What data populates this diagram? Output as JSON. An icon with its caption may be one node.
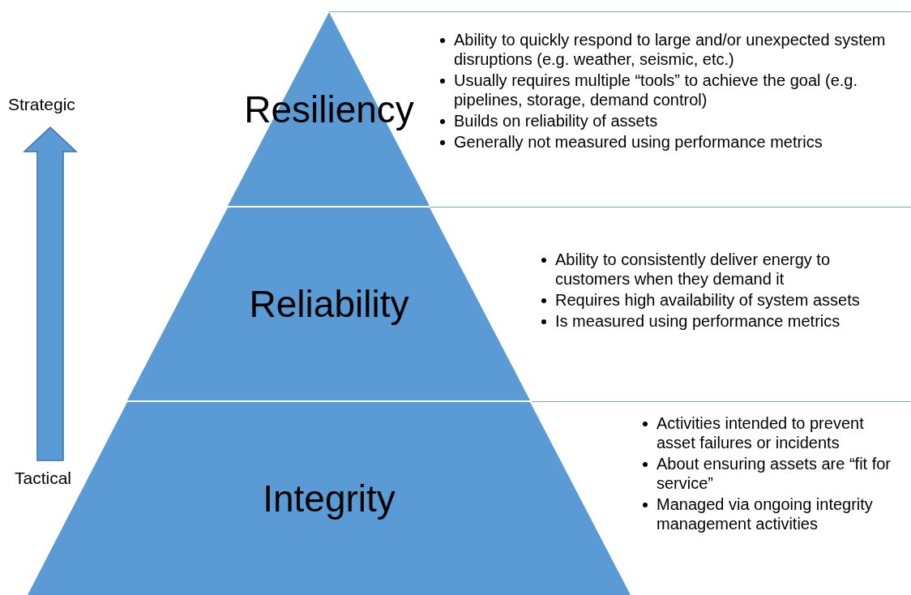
{
  "diagram": {
    "nodes": [
      {
        "text": [
          "Resiliency"
        ],
        "beside": [
          "Ability to quickly respond to large and/or unexpected system disruptions (e.g. weather, seismic, etc.)",
          "Usually requires multiple “tools” to achieve the goal (e.g. pipelines, storage, demand control)",
          "Builds on reliability of assets",
          "Generally not measured using performance metrics"
        ]
      },
      {
        "text": [
          "Reliability"
        ],
        "beside": [
          "Ability to consistently deliver energy to customers when they demand it",
          "Requires high availability of system assets",
          "Is measured using performance metrics"
        ]
      },
      {
        "text": [
          "Integrity"
        ],
        "beside": [
          "Activities intended to prevent asset failures or incidents",
          "About ensuring assets are “fit for service”",
          "Managed via ongoing integrity management activities"
        ]
      }
    ],
    "edges": [],
    "labels": [
      "Strategic",
      "Tactical"
    ]
  }
}
